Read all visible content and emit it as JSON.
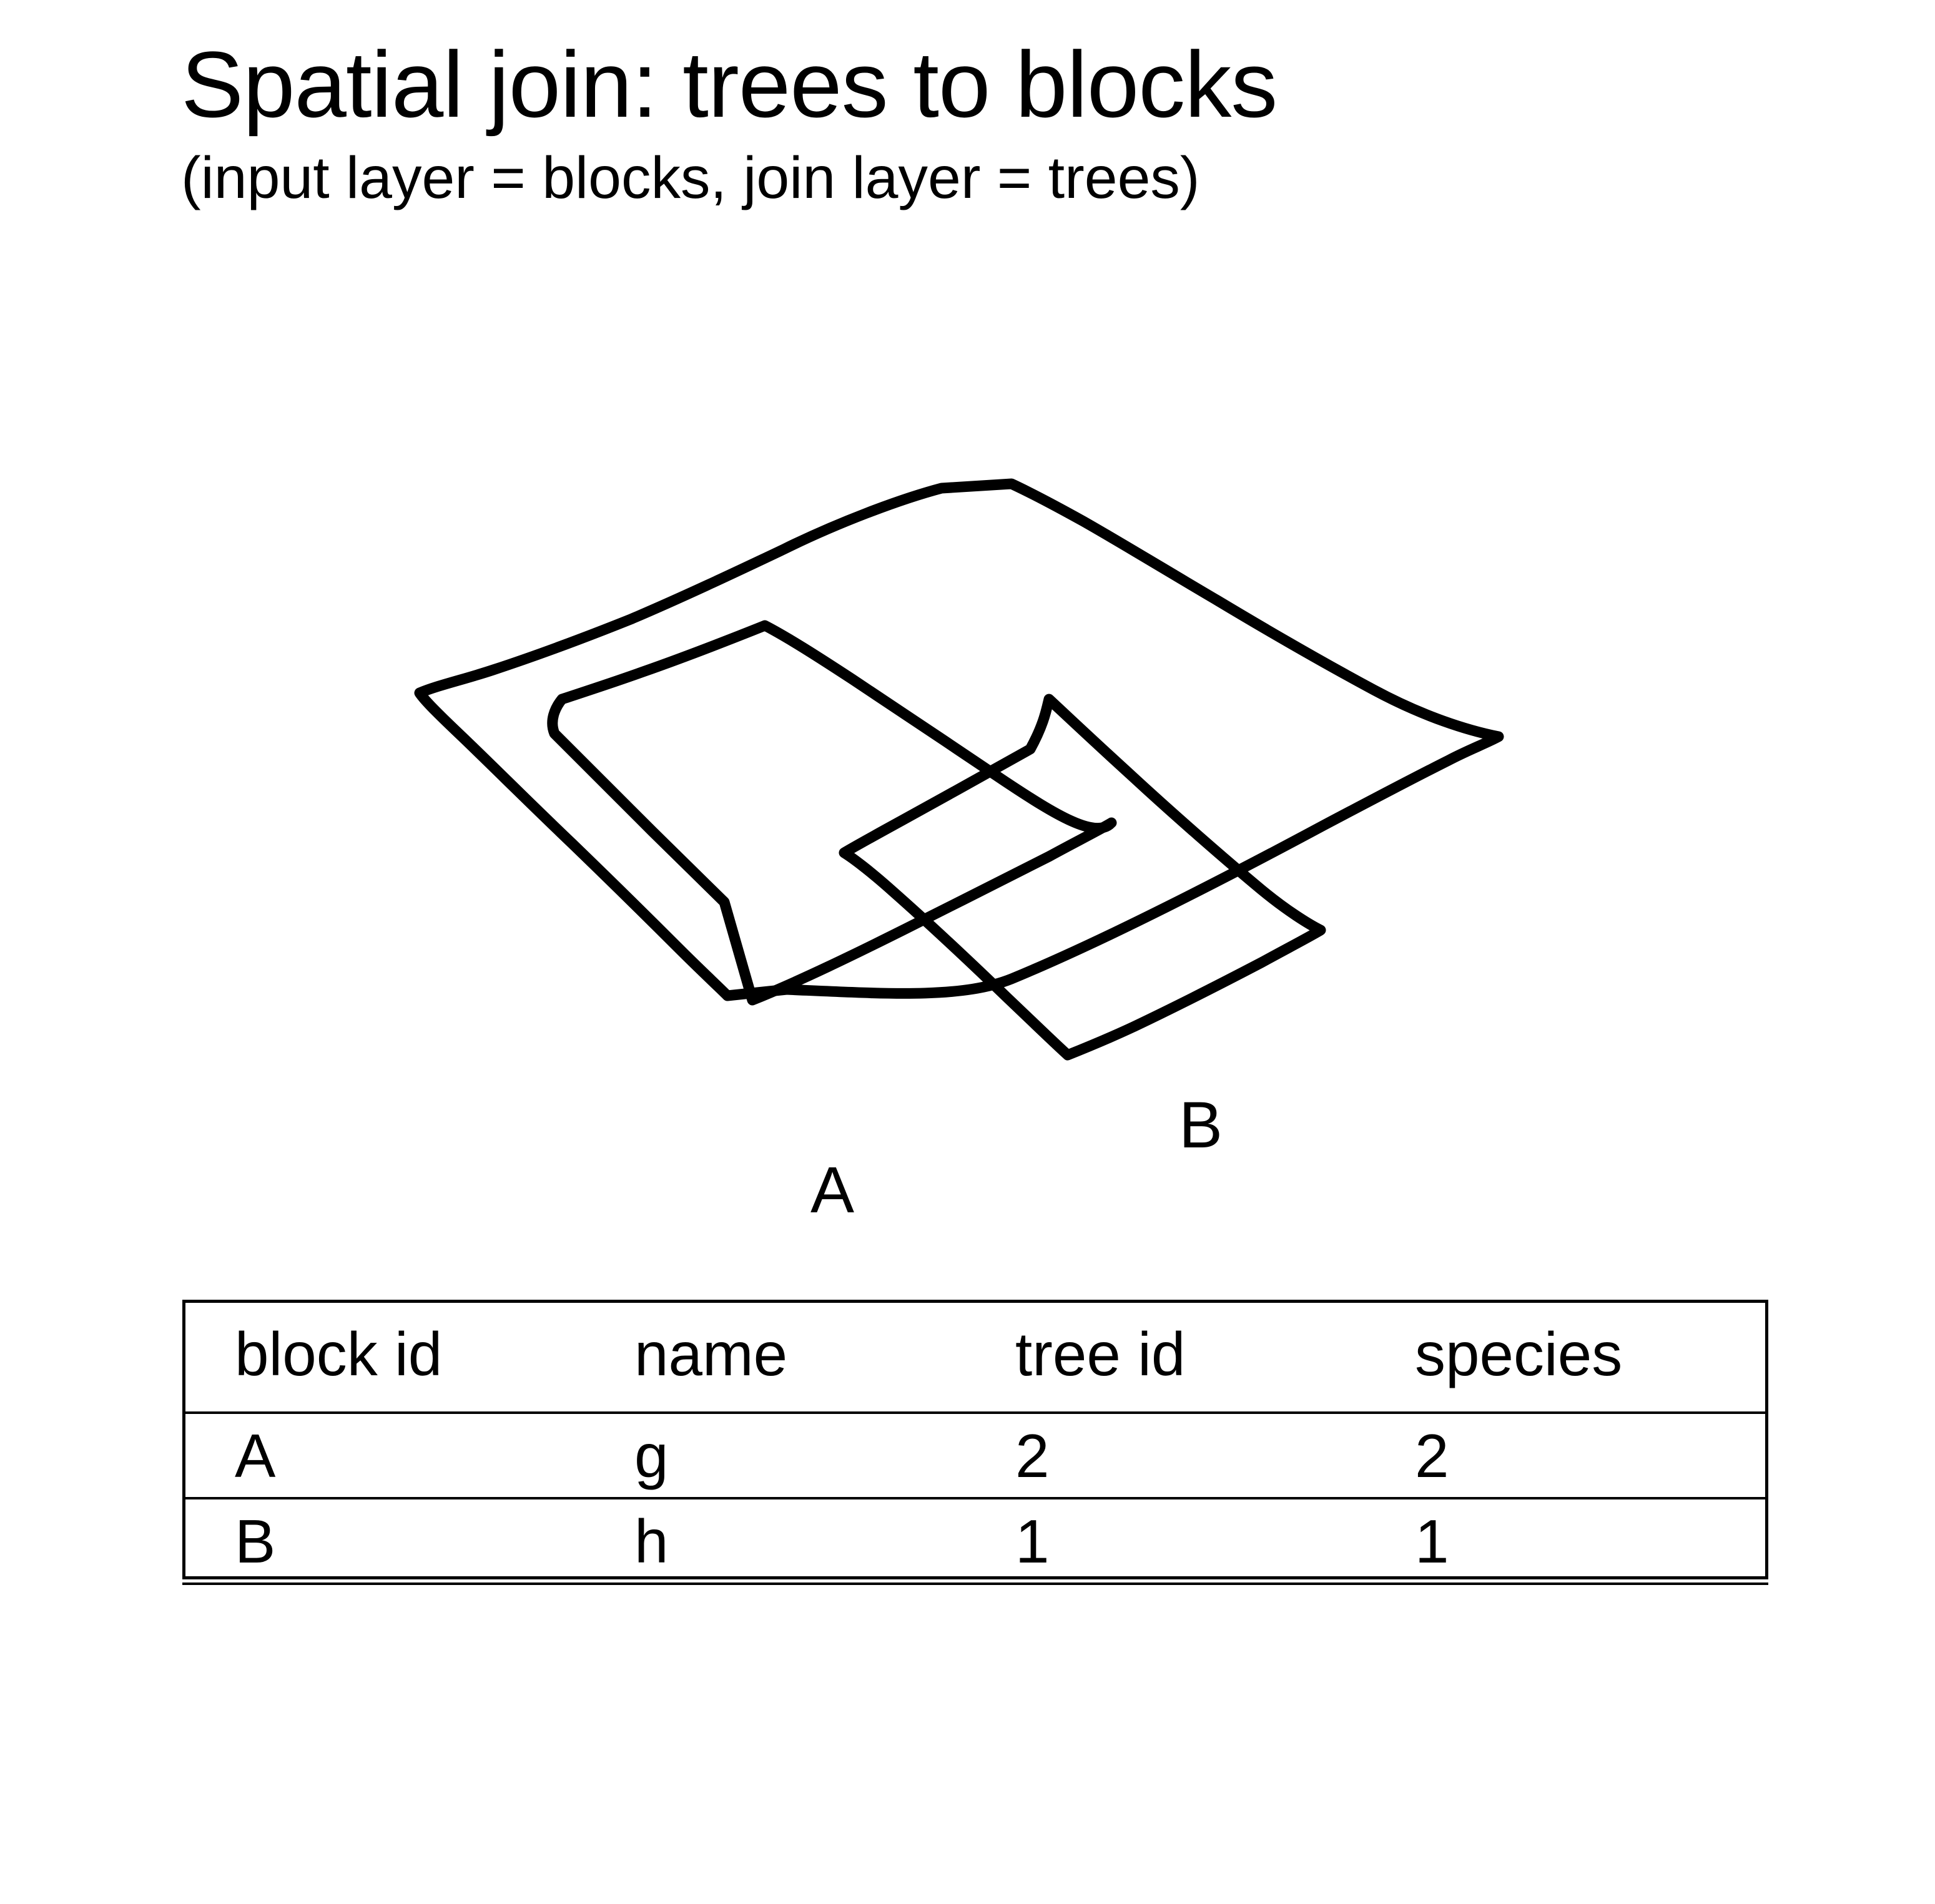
{
  "heading": {
    "title": "Spatial join: trees to blocks",
    "subtitle": "(input layer = blocks, join layer = trees)"
  },
  "diagram": {
    "name": "spatial-join-sketch",
    "stroke_color": "#000000",
    "background_color": "#ffffff",
    "shapes": [
      {
        "id": "outer-blocks-layer",
        "label": "",
        "kind": "hand-drawn-quadrilateral"
      },
      {
        "id": "block-a",
        "label": "A",
        "kind": "hand-drawn-rectangle"
      },
      {
        "id": "block-b",
        "label": "B",
        "kind": "hand-drawn-diamond"
      }
    ],
    "labels": {
      "block_a": "A",
      "block_b": "B"
    }
  },
  "table": {
    "name": "join-result-table",
    "headers": [
      "block id",
      "name",
      "tree id",
      "species"
    ],
    "rows": [
      [
        "A",
        "g",
        "2",
        "2"
      ],
      [
        "B",
        "h",
        "1",
        "1"
      ]
    ]
  }
}
